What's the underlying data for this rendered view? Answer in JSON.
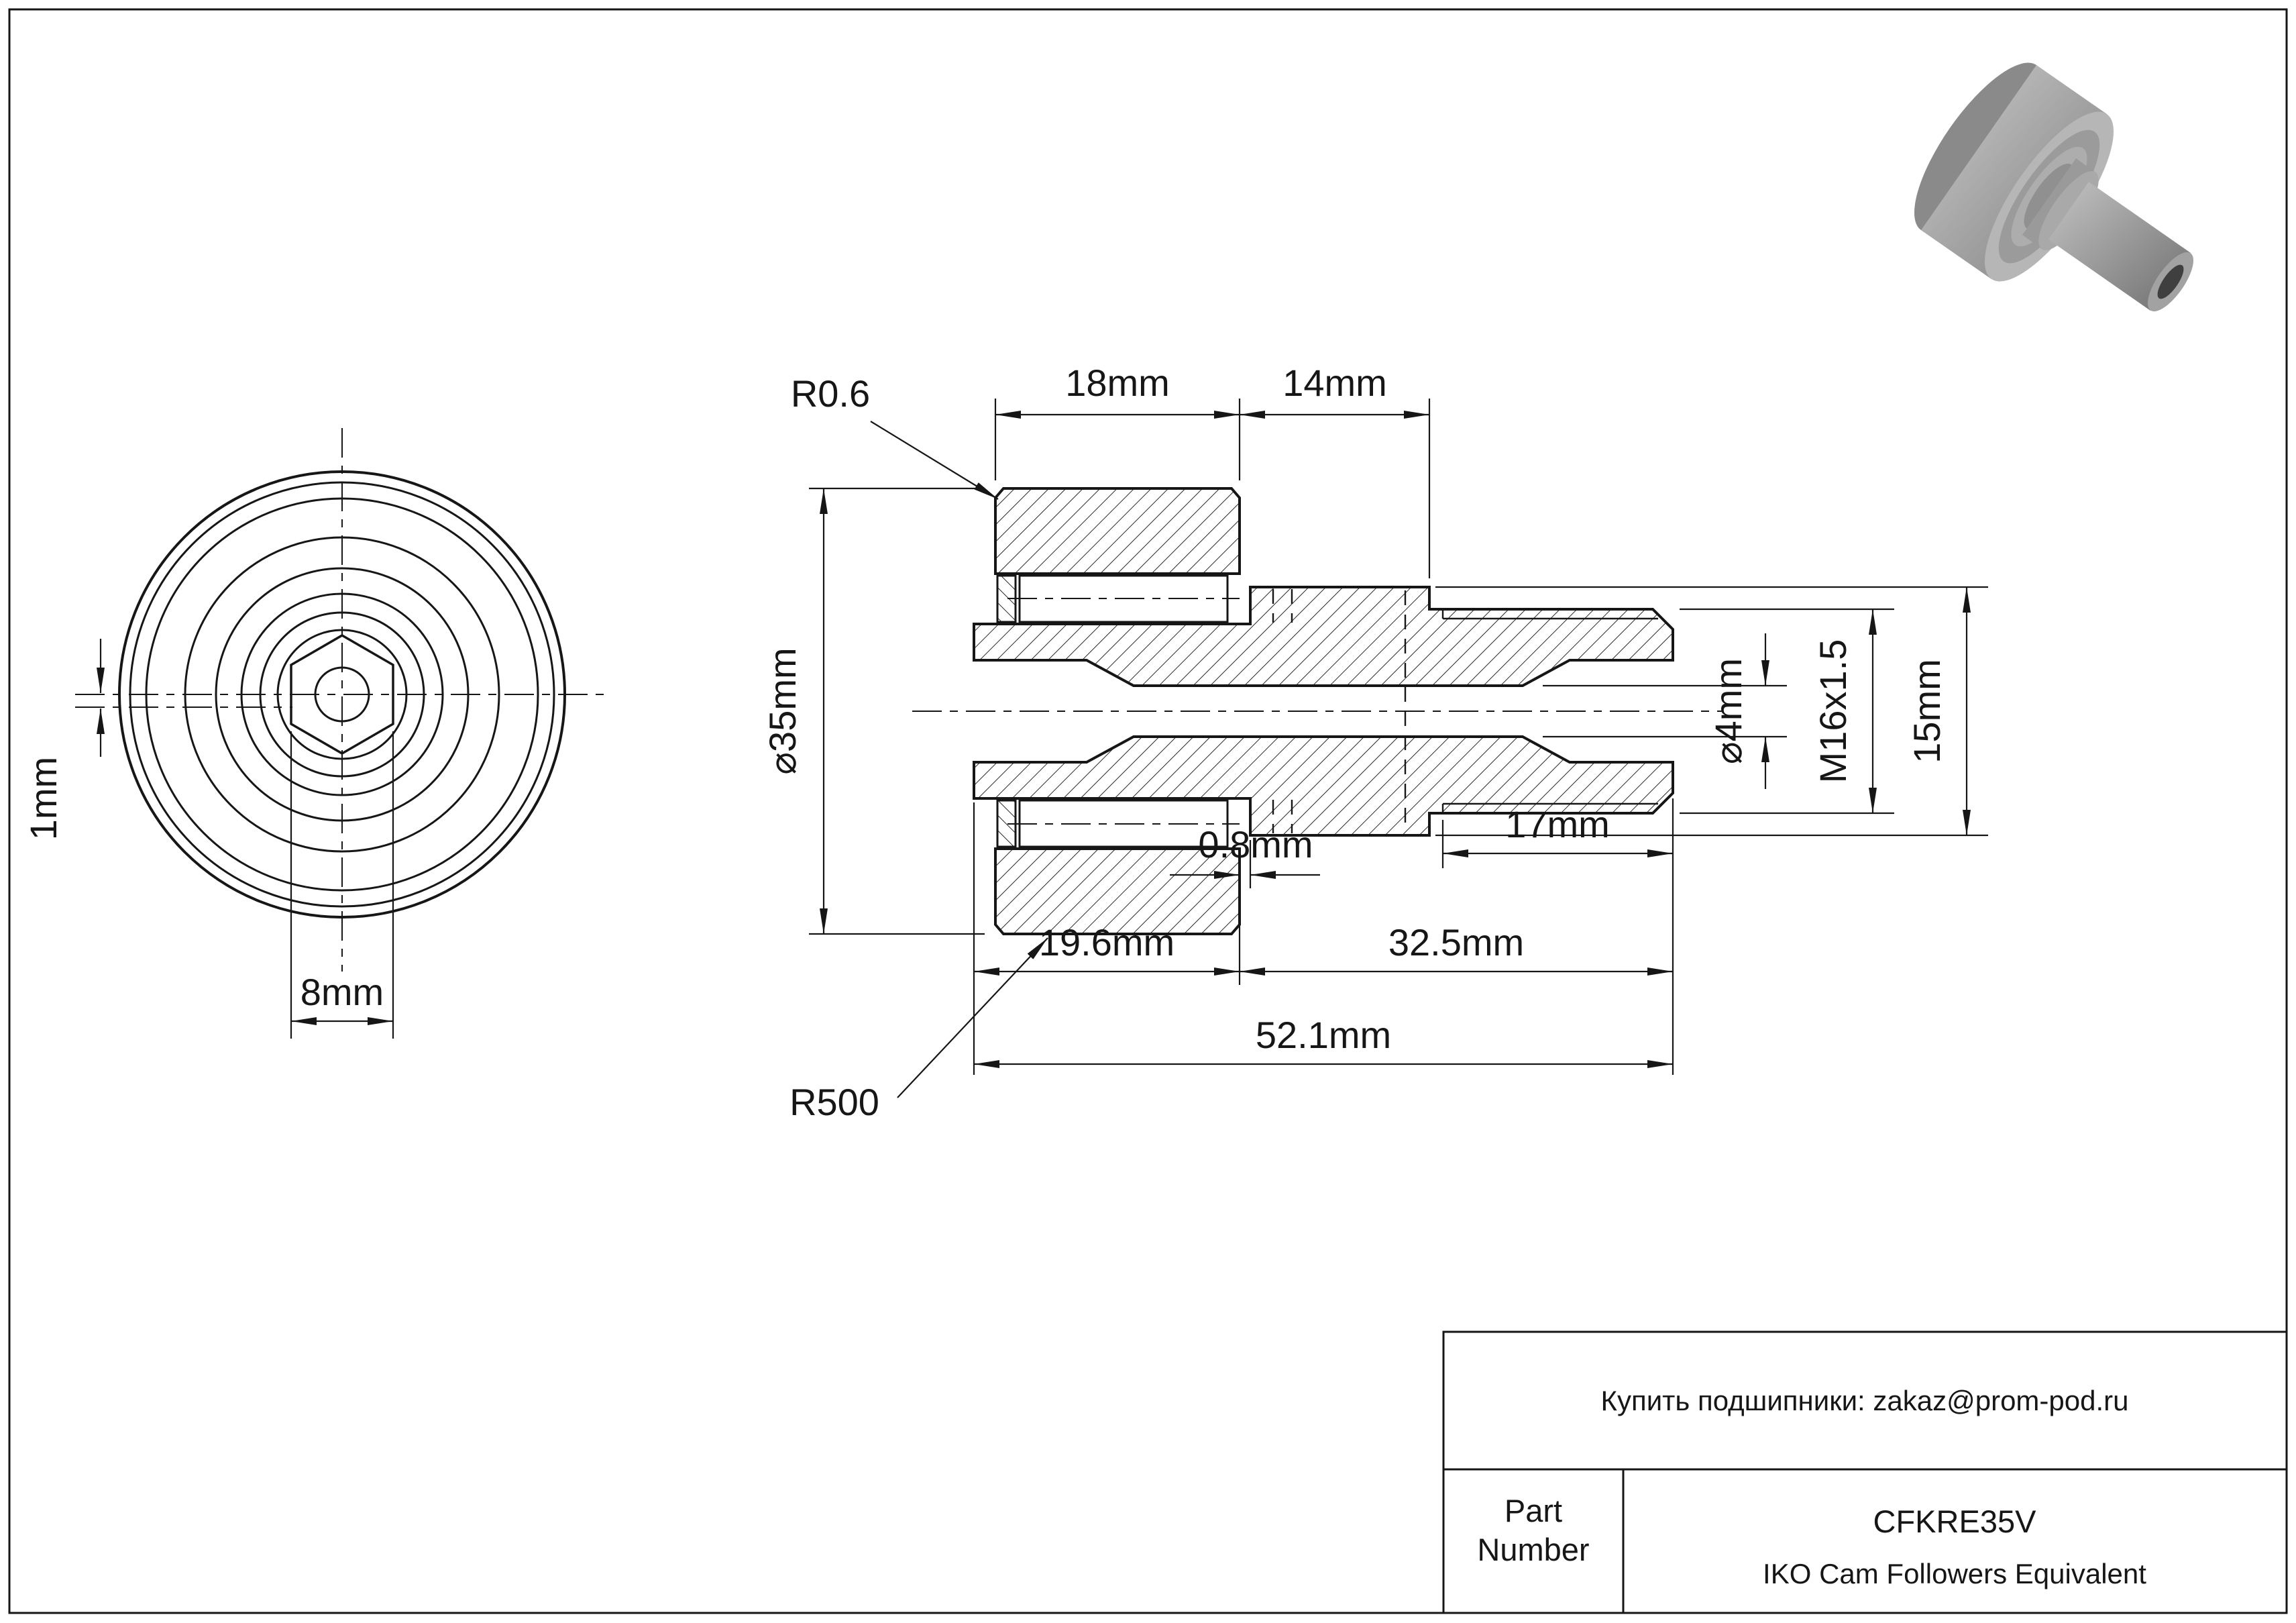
{
  "drawing": {
    "front_view": {
      "eccentricity": "1mm",
      "hex_socket": "8mm"
    },
    "section_view": {
      "corner_radius": "R0.6",
      "roller_width": "18mm",
      "collar_width": "14mm",
      "roller_diameter": "⌀35mm",
      "crown_radius": "R500",
      "gap": "0.8mm",
      "head_length": "19.6mm",
      "stud_length": "32.5mm",
      "overall_length": "52.1mm",
      "thread_length": "17mm",
      "hole_diameter": "⌀4mm",
      "thread_spec": "M16x1.5",
      "pilot_diameter": "15mm"
    },
    "title_block": {
      "contact": "Купить подшипники: zakaz@prom-pod.ru",
      "part_label_line1": "Part",
      "part_label_line2": "Number",
      "part_number": "CFKRE35V",
      "description": "IKO Cam Followers Equivalent"
    },
    "colors": {
      "line": "#161616",
      "render_light": "#c6c6c6",
      "render_dark": "#7a7a7a"
    }
  }
}
